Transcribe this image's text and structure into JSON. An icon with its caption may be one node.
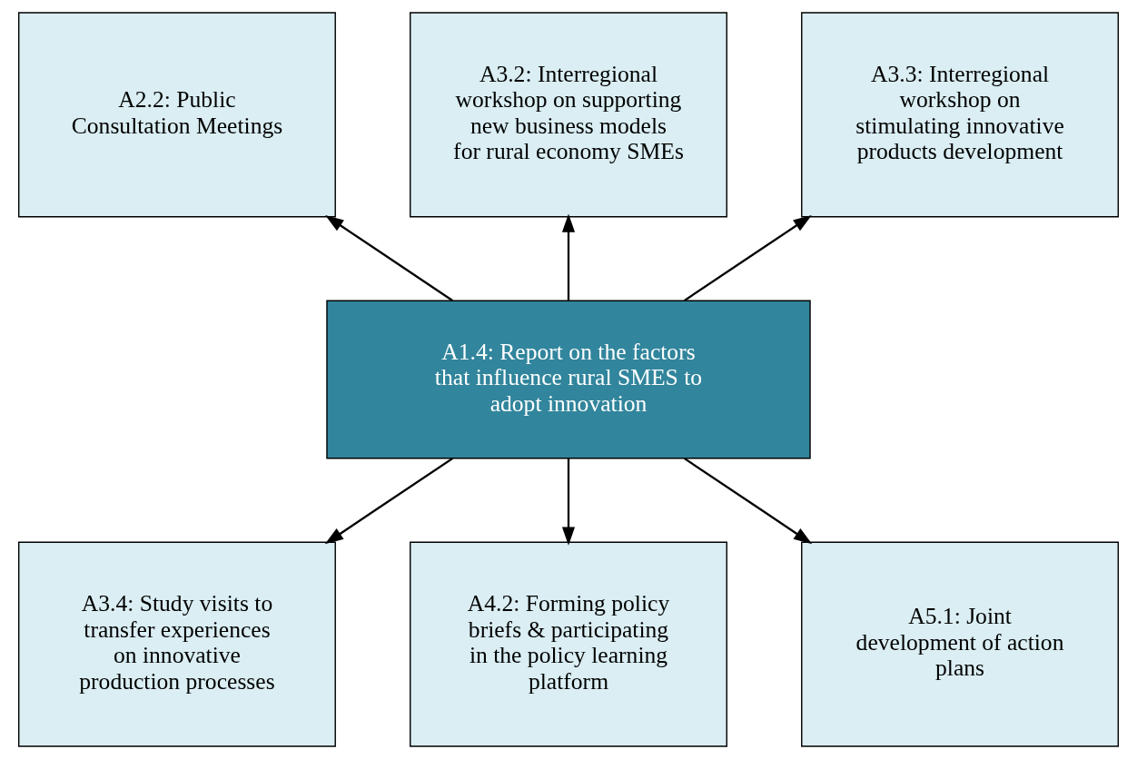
{
  "diagram": {
    "nodes": [
      {
        "text": [
          "A1.4: Report on the factors that influence rural SMES to adopt innovation"
        ]
      },
      {
        "text": [
          "A2.2: Public Consultation Meetings"
        ]
      },
      {
        "text": [
          "A3.2: Interregional workshop on supporting new business models for rural economy SMEs"
        ]
      },
      {
        "text": [
          "A3.3: Interregional workshop on stimulating innovative products development"
        ]
      },
      {
        "text": [
          "A3.4: Study visits to transfer experiences on innovative production processes"
        ]
      },
      {
        "text": [
          "A4.2: Forming policy briefs & participating in the policy learning platform"
        ]
      },
      {
        "text": [
          "A5.1: Joint development of action plans"
        ]
      }
    ],
    "edges": [
      {
        "from": 0,
        "to": 1,
        "arrow": "to"
      },
      {
        "from": 0,
        "to": 2,
        "arrow": "to"
      },
      {
        "from": 0,
        "to": 3,
        "arrow": "to"
      },
      {
        "from": 0,
        "to": 4,
        "arrow": "to"
      },
      {
        "from": 0,
        "to": 5,
        "arrow": "to"
      },
      {
        "from": 0,
        "to": 6,
        "arrow": "to"
      }
    ]
  }
}
